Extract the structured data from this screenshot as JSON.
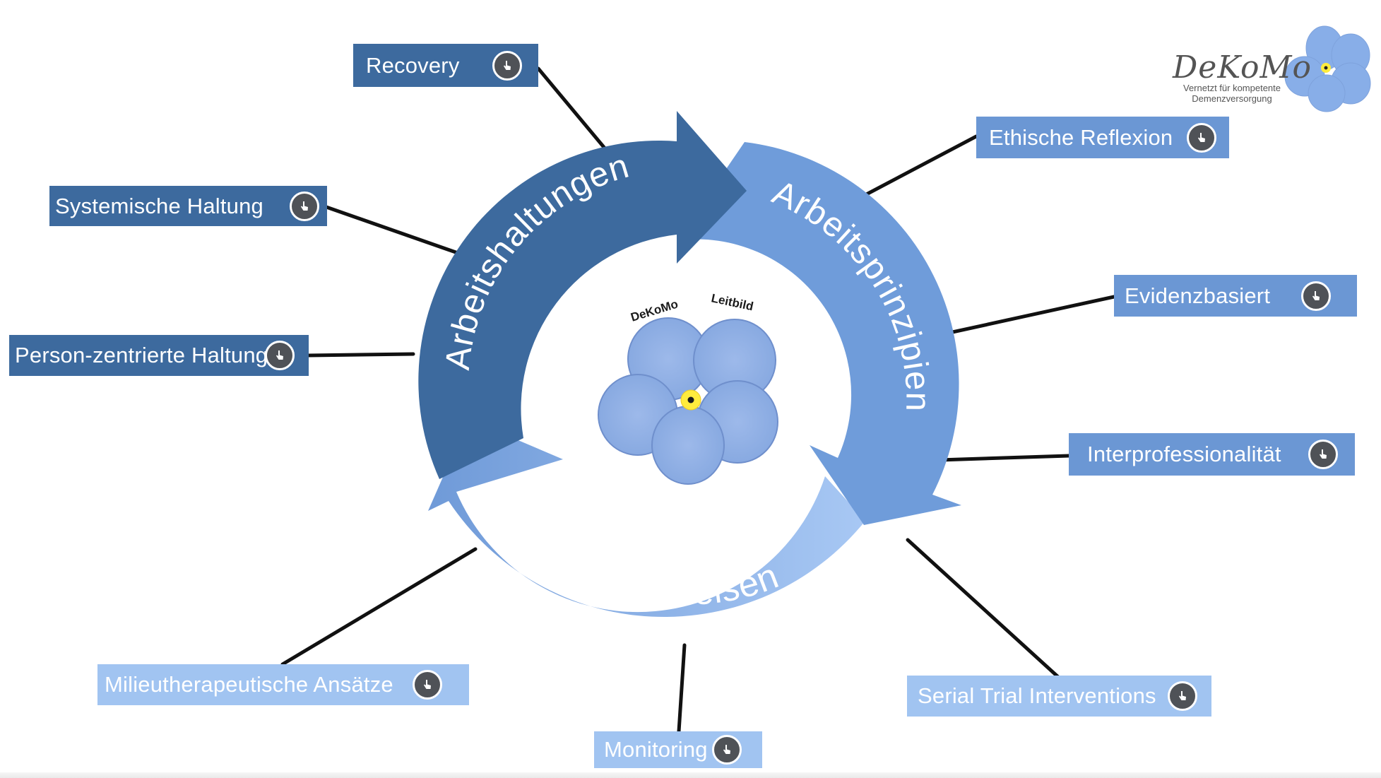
{
  "logo": {
    "title": "DeKoMo",
    "subtitle_line1": "Vernetzt für kompetente",
    "subtitle_line2": "Demenzversorgung"
  },
  "center": {
    "word_left": "DeKoMo",
    "word_right": "Leitbild"
  },
  "cycle": {
    "arrow_top": "Arbeitshaltungen",
    "arrow_right": "Arbeitsprinzipien",
    "arrow_bottom": "Arbeitsweisen"
  },
  "nodes": {
    "recovery": "Recovery",
    "systemische_haltung": "Systemische Haltung",
    "person_zentrierte_haltung": "Person-zentrierte Haltung",
    "ethische_reflexion": "Ethische Reflexion",
    "evidenzbasiert": "Evidenzbasiert",
    "interprofessionalitaet": "Interprofessionalität",
    "serial_trial_interventions": "Serial Trial Interventions",
    "monitoring": "Monitoring",
    "milieutherapeutische_ansaetze": "Milieutherapeutische Ansätze"
  },
  "colors": {
    "dark": "#3d6a9e",
    "mid": "#6b97d4",
    "light": "#a1c4f1",
    "flower": "#8fb0e6",
    "flower_center": "#ffec3d",
    "hand_button": "#4f5257"
  },
  "icons": {
    "tag_button": "hand-pointer-icon",
    "flower": "forget-me-not-icon"
  }
}
